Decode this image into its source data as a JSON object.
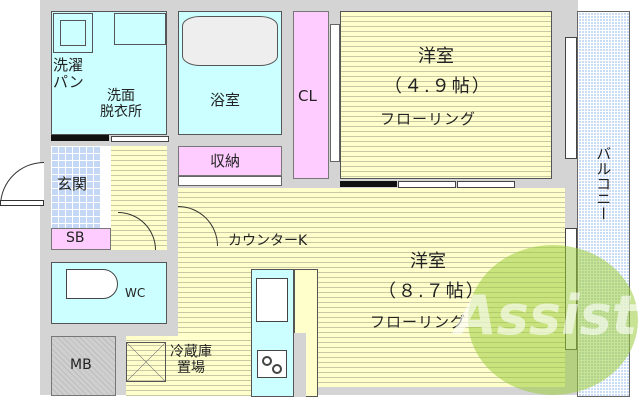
{
  "plan": {
    "rooms": {
      "western_room_1": {
        "name": "洋室",
        "size": "（４.９帖）",
        "floor": "フローリング"
      },
      "western_room_2": {
        "name": "洋室",
        "size": "（８.７帖）",
        "floor": "フローリング"
      },
      "washroom": {
        "line1": "洗面",
        "line2": "脱衣所"
      },
      "laundry_pan": {
        "line1": "洗濯",
        "line2": "パン"
      },
      "bathroom": {
        "name": "浴室"
      },
      "closet": {
        "name": "CL"
      },
      "storage": {
        "name": "収納"
      },
      "entrance": {
        "name": "玄関"
      },
      "shoe_box": {
        "name": "SB"
      },
      "toilet": {
        "name": "WC"
      },
      "kitchen": {
        "name": "カウンターK"
      },
      "meter_box": {
        "name": "MB"
      },
      "fridge_space": {
        "line1": "冷蔵庫",
        "line2": "置場"
      },
      "balcony": {
        "name": "バルコニー"
      }
    },
    "watermark": {
      "text": "Assist"
    },
    "colors": {
      "wall": "#d4d4d4",
      "wet_area": "#ccffff",
      "storage": "#ffccff",
      "flooring": "#ffffcc",
      "tile": "#c4d8f5",
      "watermark_green": "#9ccc3c",
      "watermark_red": "#e06060"
    }
  }
}
